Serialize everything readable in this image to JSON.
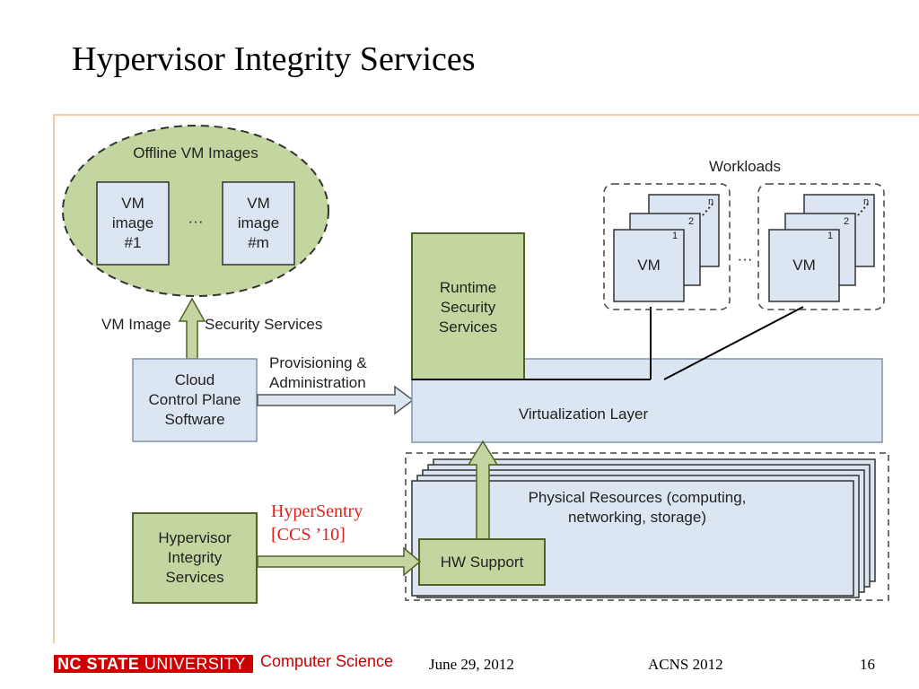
{
  "slide": {
    "title": "Hypervisor Integrity Services"
  },
  "diagram": {
    "offline_images": {
      "label": "Offline VM Images",
      "image_first": "VM\nimage\n#1",
      "image_last": "VM\nimage\n#m",
      "ellipsis": "···"
    },
    "vm_image_security_label": "VM Image",
    "security_services_label": "Security Services",
    "cloud_control": "Cloud\nControl Plane\nSoftware",
    "provisioning_label": "Provisioning &\nAdministration",
    "runtime_security": "Runtime\nSecurity\nServices",
    "workloads_label": "Workloads",
    "vm_label": "VM",
    "vm_index_1": "1",
    "vm_index_2": "2",
    "vm_index_n": "n",
    "workload_ellipsis": "···",
    "virtualization_layer": "Virtualization Layer",
    "physical_resources": "Physical Resources (computing,\nnetworking, storage)",
    "hw_support": "HW Support",
    "hypervisor_integrity": "Hypervisor\nIntegrity\nServices",
    "hypersentry": "HyperSentry\n[CCS ’10]"
  },
  "colors": {
    "green_fill": "#c4d6a0",
    "green_stroke": "#4f6228",
    "blue_fill": "#dce6f2",
    "blue_stroke": "#7f93b2",
    "accent_red": "#cc0000"
  },
  "footer": {
    "university_bold": "NC STATE",
    "university_thin": "UNIVERSITY",
    "department": "Computer Science",
    "date": "June 29, 2012",
    "conference": "ACNS 2012",
    "page": "16"
  }
}
